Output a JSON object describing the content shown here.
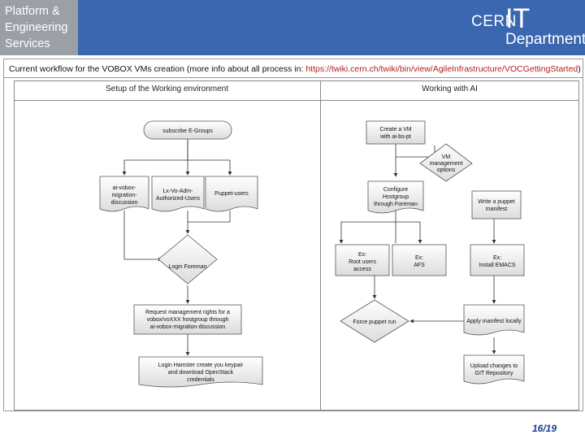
{
  "header": {
    "brand_text": "Platform &\nEngineering\nServices",
    "logo": {
      "cern": "CERN",
      "it": "IT",
      "department": "Department"
    }
  },
  "figure": {
    "caption_prefix": "Current workflow for the VOBOX VMs creation (more info about all process in: ",
    "caption_link": "https://twiki.cern.ch/twiki/bin/view/AgileInfrastructure/VOCGettingStarted",
    "caption_suffix": ")",
    "lanes": [
      "Setup of the Working environment",
      "Working with AI"
    ]
  },
  "nodes": {
    "subscribe": [
      "subscribe E-Groups"
    ],
    "ai_vobox": [
      "ai-vobox-",
      "migration-",
      "discussion"
    ],
    "lxvoadm": [
      "Lx-Vo-Adm-",
      "Authorized-Users"
    ],
    "puppet_users": [
      "Puppet-users"
    ],
    "login_foreman": [
      "Login Foreman"
    ],
    "request_rights": [
      "Request  management rights for a",
      "vobox/voXXX hostgroup through",
      "ai-vobox-migration-discussion"
    ],
    "login_hamster": [
      "Login Hamster create you keypair",
      "and download OpenStack",
      "credentials"
    ],
    "create_vm": [
      "Create a VM",
      "with ai-bs-pt"
    ],
    "vm_options": [
      "VM",
      "management",
      "options"
    ],
    "configure_hostgroup": [
      "Configure",
      "Hostgroup",
      "through Foreman"
    ],
    "write_puppet": [
      "Write a puppet",
      "manifest"
    ],
    "root_users": [
      "Ex:",
      "Root users",
      "access"
    ],
    "afs": [
      "Ex:",
      "AFS"
    ],
    "install_emacs": [
      "Ex:",
      "Install EMACS"
    ],
    "force_puppet": [
      "Force puppet run"
    ],
    "apply_manifest": [
      "Apply manifest locally"
    ],
    "upload_git": [
      "Upload changes to",
      "GIT Repository"
    ]
  },
  "page_number": "16/19"
}
